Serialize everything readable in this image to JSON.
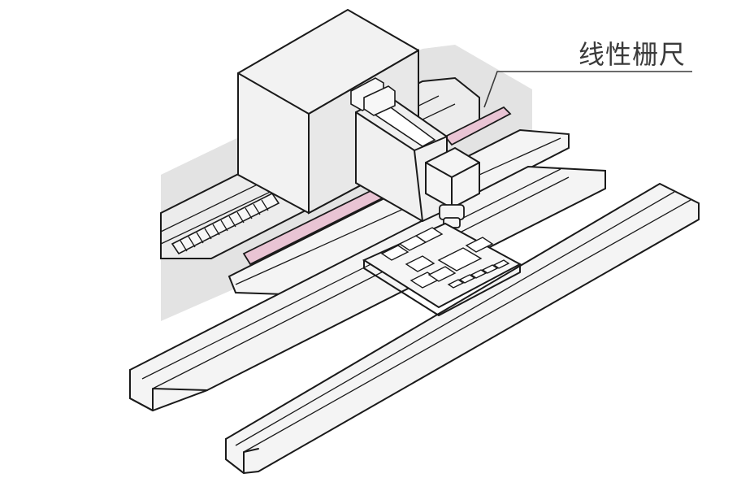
{
  "callout": {
    "label": "线性栅尺"
  },
  "colors": {
    "scale_fill": "#e9c4d4",
    "body_fill": "#f2f2f2",
    "shadow_fill": "#e0e0e0",
    "outline": "#1a1a1a",
    "label_text": "#3a3a3a"
  },
  "icons": {
    "scale": "linear-scale-strip",
    "head": "placement-head",
    "board": "circuit-board"
  }
}
